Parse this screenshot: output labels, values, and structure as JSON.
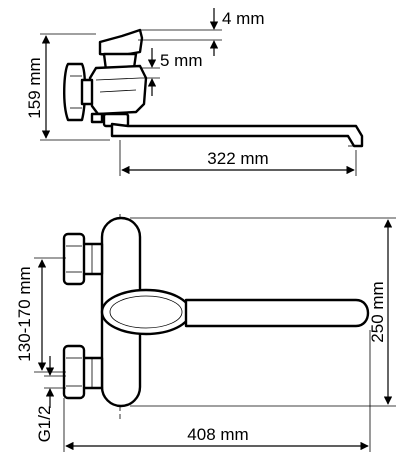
{
  "side_view": {
    "dim_height": "159 mm",
    "dim_top": "4 mm",
    "dim_mid": "5 mm",
    "dim_length": "322 mm"
  },
  "front_view": {
    "dim_spacing": "130-170 mm",
    "dim_thread": "G1/2",
    "dim_width": "408 mm",
    "dim_height": "250 mm"
  }
}
